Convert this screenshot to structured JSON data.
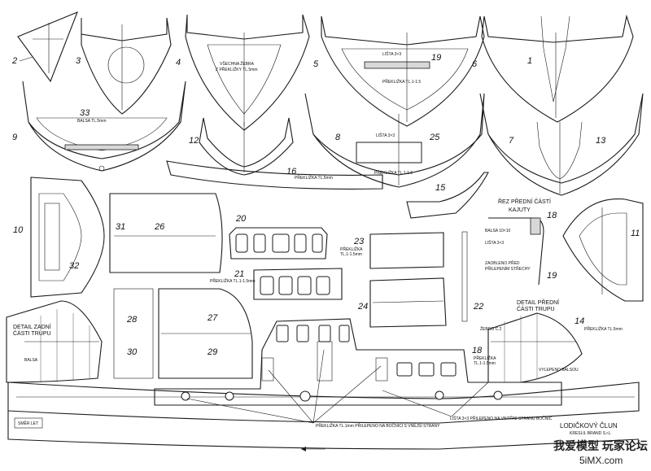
{
  "parts": {
    "p1": "1",
    "p2": "2",
    "p3": "3",
    "p4": "4",
    "p5": "5",
    "p6": "6",
    "p7": "7",
    "p8": "8",
    "p9": "9",
    "p10": "10",
    "p11": "11",
    "p12": "12",
    "p13": "13",
    "p14": "14",
    "p15": "15",
    "p16": "16",
    "p18": "18",
    "p19": "19",
    "p19b": "19",
    "p20": "20",
    "p21": "21",
    "p22": "22",
    "p23": "23",
    "p24": "24",
    "p25": "25",
    "p26": "26",
    "p27": "27",
    "p28": "28",
    "p29": "29",
    "p30": "30",
    "p31": "31",
    "p32": "32",
    "p33": "33"
  },
  "notes": {
    "vsechna_zebra": "VŠECHNA ŽEBRA",
    "z_preklizky": "Z PŘEKLIŽKY TL.5mm",
    "lista_19": "LIŠTA 3×3",
    "preklizka_19": "PŘEKLIŽKA TL.1-1.5",
    "balsa_33": "BALSA TL.5mm",
    "lista_25": "LIŠTA 3×3",
    "preklizka_25": "PŘEKLIŽKA TL.1-1.5",
    "preklizka_16": "PŘEKLIŽKA TL.5mm",
    "rez_title_1": "ŘEZ PŘEDNÍ ČÁSTÍ",
    "rez_title_2": "KAJUTY",
    "balsa_10x10": "BALSA 10×10",
    "lista_3x3": "LIŠTA 3×3",
    "zaobleno_1": "ZAOBLENO PŘED",
    "zaobleno_2": "PŘILEPENÍM STŘECHY",
    "preklizka_23_1": "PŘEKLIŽKA",
    "preklizka_23_2": "TL.1-1.5mm",
    "preklizka_21": "PŘEKLIŽKA TL.1-1.5mm",
    "detail_zadni_1": "DETAIL ZADNÍ",
    "detail_zadni_2": "ČÁSTI TRUPU",
    "balsa_left": "BALSA",
    "detail_predni_1": "DETAIL PŘEDNÍ",
    "detail_predni_2": "ČÁSTI TRUPU",
    "zebro_c2": "ŽEBRO Č.2",
    "preklizka_14": "PŘEKLIŽKA TL.5mm",
    "preklizka_18_1": "PŘEKLIŽKA",
    "preklizka_18_2": "TL.1-1.5mm",
    "vylepeno_balsou": "VYLEPENO BALSOU",
    "bottom_note_1": "PŘEKLIŽKA TL.1mm PŘILEPENO NA BOČNICI S VNĚJŠÍ STRANY",
    "bottom_note_2": "LIŠTA 3×3 PŘILEPENO NA VNITŘNÍ STRANU BOČNIC",
    "smer_let": "SMĚR LET",
    "title_block": "LODIČKOVÝ ČLUN",
    "title_sub": "KRESLIL  BRAND S.r.L"
  },
  "watermark": {
    "text": "我爱模型 玩家论坛",
    "url": "5iMX.com"
  },
  "colors": {
    "ink": "#1a1a1a",
    "paper": "#ffffff",
    "shade": "#d8d8d8"
  }
}
